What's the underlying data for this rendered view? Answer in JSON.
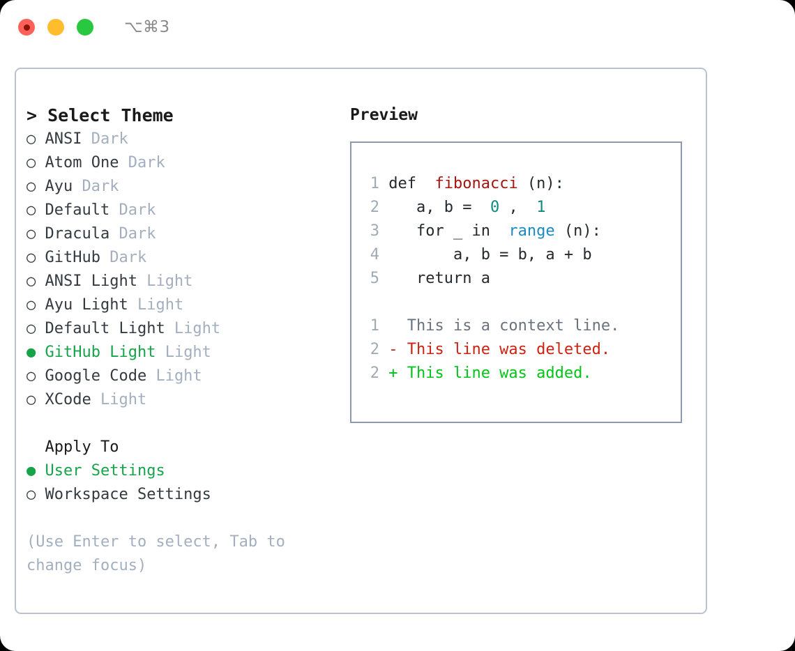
{
  "titlebar": {
    "shortcut": "⌥⌘3",
    "lights": [
      {
        "name": "close",
        "color": "#ff6058"
      },
      {
        "name": "minimize",
        "color": "#ffbd2e"
      },
      {
        "name": "maximize",
        "color": "#28c840"
      }
    ]
  },
  "theme_selector": {
    "heading": "> Select Theme",
    "items": [
      {
        "marker": "○ ",
        "name": "ANSI",
        "tag": " Dark",
        "selected": false
      },
      {
        "marker": "○ ",
        "name": "Atom One",
        "tag": " Dark",
        "selected": false
      },
      {
        "marker": "○ ",
        "name": "Ayu",
        "tag": " Dark",
        "selected": false
      },
      {
        "marker": "○ ",
        "name": "Default",
        "tag": " Dark",
        "selected": false
      },
      {
        "marker": "○ ",
        "name": "Dracula",
        "tag": " Dark",
        "selected": false
      },
      {
        "marker": "○ ",
        "name": "GitHub",
        "tag": " Dark",
        "selected": false
      },
      {
        "marker": "○ ",
        "name": "ANSI Light",
        "tag": " Light",
        "selected": false
      },
      {
        "marker": "○ ",
        "name": "Ayu Light",
        "tag": " Light",
        "selected": false
      },
      {
        "marker": "○ ",
        "name": "Default Light",
        "tag": " Light",
        "selected": false
      },
      {
        "marker": "● ",
        "name": "GitHub Light",
        "tag": " Light",
        "selected": true
      },
      {
        "marker": "○ ",
        "name": "Google Code",
        "tag": " Light",
        "selected": false
      },
      {
        "marker": "○ ",
        "name": "XCode",
        "tag": " Light",
        "selected": false
      }
    ]
  },
  "apply_to": {
    "heading": "  Apply To",
    "items": [
      {
        "marker": "● ",
        "name": "User Settings",
        "tag": "",
        "selected": true
      },
      {
        "marker": "○ ",
        "name": "Workspace Settings",
        "tag": "",
        "selected": false
      }
    ]
  },
  "hint": "(Use Enter to select, Tab to change focus)",
  "preview": {
    "title": "Preview",
    "code_lines": [
      {
        "ln": "1",
        "tokens": [
          {
            "t": "def ",
            "c": "kw"
          },
          {
            "t": "fibonacci",
            "c": "fn"
          },
          {
            "t": "(n):",
            "c": "kw"
          }
        ]
      },
      {
        "ln": "2",
        "tokens": [
          {
            "t": "    a, b = ",
            "c": "kw"
          },
          {
            "t": "0",
            "c": "num"
          },
          {
            "t": ", ",
            "c": "kw"
          },
          {
            "t": "1",
            "c": "num"
          }
        ]
      },
      {
        "ln": "3",
        "tokens": [
          {
            "t": "    for _ in ",
            "c": "kw"
          },
          {
            "t": "range",
            "c": "bi"
          },
          {
            "t": "(n):",
            "c": "kw"
          }
        ]
      },
      {
        "ln": "4",
        "tokens": [
          {
            "t": "        a, b = b, a + b",
            "c": "kw"
          }
        ]
      },
      {
        "ln": "5",
        "tokens": [
          {
            "t": "    return a",
            "c": "kw"
          }
        ]
      }
    ],
    "diff_lines": [
      {
        "ln": "1",
        "tokens": [
          {
            "t": "   This is a context line.",
            "c": "diff-ctx"
          }
        ]
      },
      {
        "ln": "2",
        "tokens": [
          {
            "t": " - This line was deleted.",
            "c": "diff-del"
          }
        ]
      },
      {
        "ln": "2",
        "tokens": [
          {
            "t": " + This line was added.",
            "c": "diff-add"
          }
        ]
      }
    ]
  },
  "colors": {
    "accent_green": "#16a34a",
    "diff_add": "#00c417",
    "diff_del": "#cc2211",
    "muted": "#a3afbf",
    "fn_red": "#a3160f",
    "num_teal": "#0e8a80",
    "builtin_blue": "#1b8ac4",
    "border": "#b9c3cf",
    "preview_border": "#8d9aab"
  }
}
